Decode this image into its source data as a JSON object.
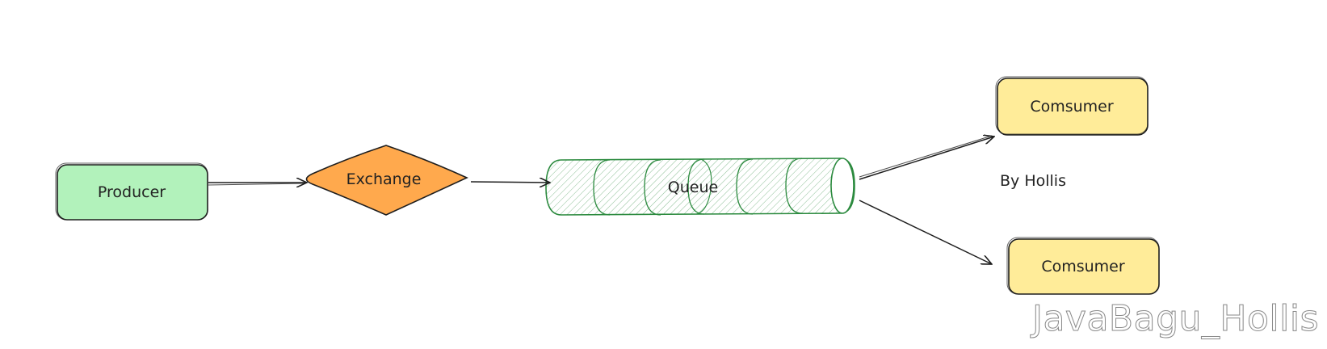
{
  "nodes": {
    "producer": {
      "label": "Producer",
      "fill": "#b2f2bb",
      "stroke": "#1e1e1e"
    },
    "exchange": {
      "label": "Exchange",
      "fill": "#ffa94d",
      "stroke": "#1e1e1e"
    },
    "queue": {
      "label": "Queue",
      "fill": "#b2f2bb",
      "stroke": "#2b8a3e"
    },
    "consumer_top": {
      "label": "Comsumer",
      "fill": "#ffec99",
      "stroke": "#1e1e1e"
    },
    "consumer_bottom": {
      "label": "Comsumer",
      "fill": "#ffec99",
      "stroke": "#1e1e1e"
    }
  },
  "edges": [
    {
      "from": "producer",
      "to": "exchange"
    },
    {
      "from": "exchange",
      "to": "queue"
    },
    {
      "from": "queue",
      "to": "consumer_top"
    },
    {
      "from": "queue",
      "to": "consumer_bottom"
    }
  ],
  "annotation": {
    "text": "By Hollis"
  },
  "watermark": {
    "text": "JavaBagu_Hollis"
  }
}
